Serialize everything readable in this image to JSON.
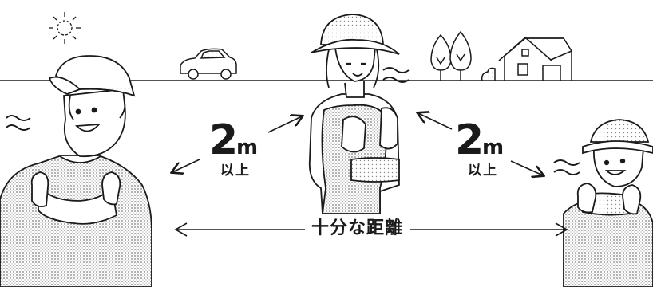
{
  "labels": {
    "left_distance": {
      "value": "2",
      "unit": "m",
      "qualifier": "以上"
    },
    "right_distance": {
      "value": "2",
      "unit": "m",
      "qualifier": "以上"
    },
    "bottom": "十分な距離"
  },
  "icons": [
    "sun-icon",
    "car-icon",
    "tree-icon",
    "house-icon",
    "wind-icon",
    "arrow-icon"
  ],
  "colors": {
    "ink": "#1a1a1a",
    "shade": "#b8b8b8",
    "paper": "#ffffff"
  }
}
